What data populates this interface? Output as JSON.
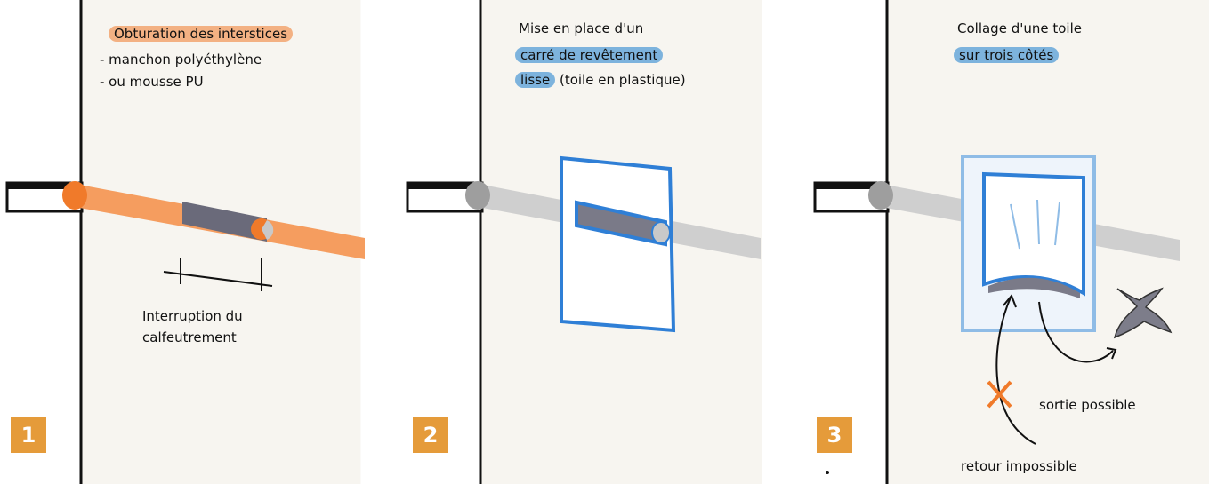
{
  "panels": [
    {
      "number": "1",
      "title": "Obturation des interstices",
      "items": [
        "- manchon polyéthylène",
        "- ou mousse PU"
      ],
      "dimension_label_line1": "Interruption du",
      "dimension_label_line2": "calfeutrement"
    },
    {
      "number": "2",
      "title_line1": "Mise en place d'un",
      "title_line2": "carré de revêtement",
      "title_line3_hl": "lisse",
      "title_line3_rest": " (toile en plastique)"
    },
    {
      "number": "3",
      "title_line1": "Collage d'une toile",
      "title_line2": "sur trois côtés",
      "label_exit": "sortie possible",
      "label_return": "retour impossible"
    }
  ],
  "colors": {
    "background": "#f7f5f0",
    "accent_orange": "#f59d5f",
    "highlight_orange": "#f3b183",
    "highlight_blue": "#7db3dd",
    "tarp_blue": "#2f7fd6",
    "badge": "#e59b3a",
    "cross_orange": "#f07a2a"
  }
}
